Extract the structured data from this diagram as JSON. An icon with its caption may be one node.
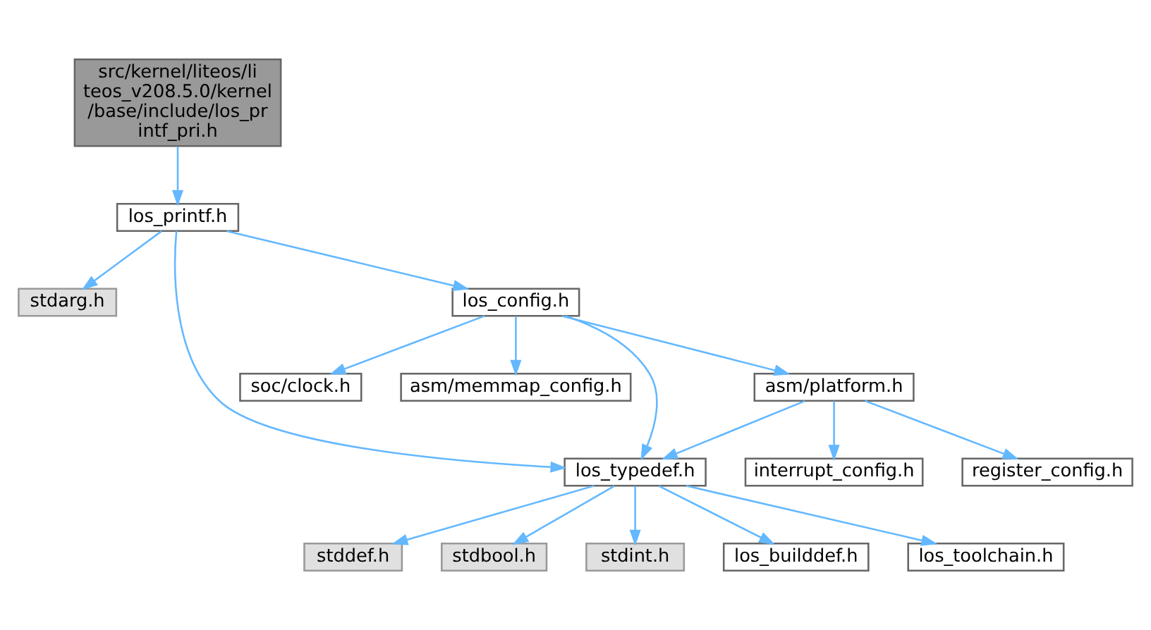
{
  "diagram": {
    "nodes": [
      {
        "text": [
          "src/kernel/liteos/liteos_v208.5.0/kernel/base/include/los_printf_pri.h"
        ]
      },
      {
        "text": [
          "los_printf.h"
        ]
      },
      {
        "text": [
          "stdarg.h"
        ]
      },
      {
        "text": [
          "los_config.h"
        ]
      },
      {
        "text": [
          "asm/memmap_config.h"
        ]
      },
      {
        "text": [
          "soc/clock.h"
        ]
      },
      {
        "text": [
          "asm/platform.h"
        ]
      },
      {
        "text": [
          "los_typedef.h"
        ]
      },
      {
        "text": [
          "interrupt_config.h"
        ]
      },
      {
        "text": [
          "register_config.h"
        ]
      },
      {
        "text": [
          "stddef.h"
        ]
      },
      {
        "text": [
          "stdbool.h"
        ]
      },
      {
        "text": [
          "stdint.h"
        ]
      },
      {
        "text": [
          "los_builddef.h"
        ]
      },
      {
        "text": [
          "los_toolchain.h"
        ]
      }
    ],
    "edges": [
      {
        "from": 0,
        "to": 1,
        "arrow": "to"
      },
      {
        "from": 1,
        "to": 2,
        "arrow": "to"
      },
      {
        "from": 1,
        "to": 3,
        "arrow": "to"
      },
      {
        "from": 1,
        "to": 7,
        "arrow": "to"
      },
      {
        "from": 3,
        "to": 4,
        "arrow": "to"
      },
      {
        "from": 3,
        "to": 5,
        "arrow": "to"
      },
      {
        "from": 3,
        "to": 7,
        "arrow": "to"
      },
      {
        "from": 3,
        "to": 6,
        "arrow": "to"
      },
      {
        "from": 6,
        "to": 7,
        "arrow": "to"
      },
      {
        "from": 6,
        "to": 8,
        "arrow": "to"
      },
      {
        "from": 6,
        "to": 9,
        "arrow": "to"
      },
      {
        "from": 7,
        "to": 10,
        "arrow": "to"
      },
      {
        "from": 7,
        "to": 11,
        "arrow": "to"
      },
      {
        "from": 7,
        "to": 12,
        "arrow": "to"
      },
      {
        "from": 7,
        "to": 13,
        "arrow": "to"
      },
      {
        "from": 7,
        "to": 14,
        "arrow": "to"
      }
    ]
  }
}
